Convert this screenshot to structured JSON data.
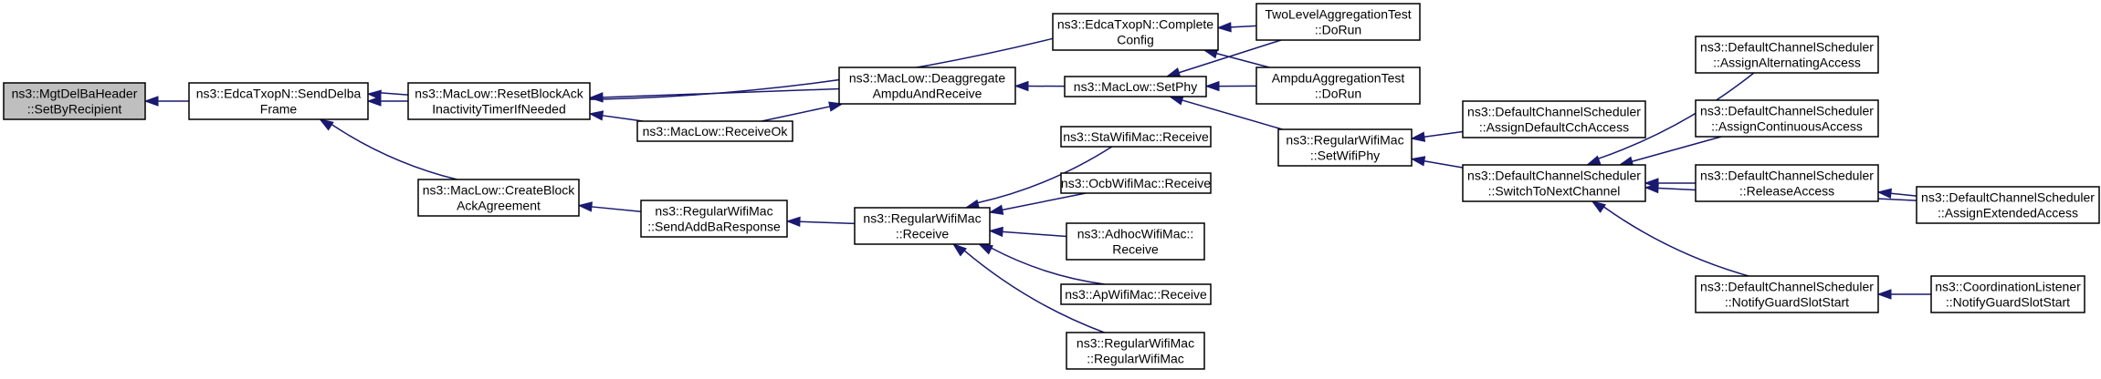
{
  "graph": {
    "nodes": [
      {
        "id": "n0",
        "name": "node-mgtdelbaheader-setbyrecipient",
        "lines": [
          "ns3::MgtDelBaHeader",
          "::SetByRecipient"
        ],
        "root": true
      },
      {
        "id": "n1",
        "name": "node-edcatxopn-senddelbaframe",
        "lines": [
          "ns3::EdcaTxopN::SendDelba",
          "Frame"
        ]
      },
      {
        "id": "n2",
        "name": "node-edcatxopn-completeconfig",
        "lines": [
          "ns3::EdcaTxopN::Complete",
          "Config"
        ]
      },
      {
        "id": "n3",
        "name": "node-twolevelaggregationtest-dorun",
        "lines": [
          "TwoLevelAggregationTest",
          "::DoRun"
        ]
      },
      {
        "id": "n4",
        "name": "node-ampduaggregationtest-dorun",
        "lines": [
          "AmpduAggregationTest",
          "::DoRun"
        ]
      },
      {
        "id": "n5",
        "name": "node-maclow-resetblockackinactivitytimerifneeded",
        "lines": [
          "ns3::MacLow::ResetBlockAck",
          "InactivityTimerIfNeeded"
        ]
      },
      {
        "id": "n6",
        "name": "node-maclow-deaggregateampduandreceive",
        "lines": [
          "ns3::MacLow::Deaggregate",
          "AmpduAndReceive"
        ]
      },
      {
        "id": "n7",
        "name": "node-maclow-setphy",
        "lines": [
          "ns3::MacLow::SetPhy"
        ]
      },
      {
        "id": "n8",
        "name": "node-maclow-receiveok",
        "lines": [
          "ns3::MacLow::ReceiveOk"
        ]
      },
      {
        "id": "n9",
        "name": "node-regularwifimac-setwifiphy",
        "lines": [
          "ns3::RegularWifiMac",
          "::SetWifiPhy"
        ]
      },
      {
        "id": "n10",
        "name": "node-defaultchannelscheduler-assigndefaultcchaccess",
        "lines": [
          "ns3::DefaultChannelScheduler",
          "::AssignDefaultCchAccess"
        ]
      },
      {
        "id": "n11",
        "name": "node-defaultchannelscheduler-switchtonextchannel",
        "lines": [
          "ns3::DefaultChannelScheduler",
          "::SwitchToNextChannel"
        ]
      },
      {
        "id": "n12",
        "name": "node-defaultchannelscheduler-assignalternatingaccess",
        "lines": [
          "ns3::DefaultChannelScheduler",
          "::AssignAlternatingAccess"
        ]
      },
      {
        "id": "n13",
        "name": "node-defaultchannelscheduler-assigncontinuousaccess",
        "lines": [
          "ns3::DefaultChannelScheduler",
          "::AssignContinuousAccess"
        ]
      },
      {
        "id": "n14",
        "name": "node-defaultchannelscheduler-releaseaccess",
        "lines": [
          "ns3::DefaultChannelScheduler",
          "::ReleaseAccess"
        ]
      },
      {
        "id": "n15",
        "name": "node-defaultchannelscheduler-assignextendedaccess",
        "lines": [
          "ns3::DefaultChannelScheduler",
          "::AssignExtendedAccess"
        ]
      },
      {
        "id": "n16",
        "name": "node-defaultchannelscheduler-notifyguardslotstart",
        "lines": [
          "ns3::DefaultChannelScheduler",
          "::NotifyGuardSlotStart"
        ]
      },
      {
        "id": "n17",
        "name": "node-coordinationlistener-notifyguardslotstart",
        "lines": [
          "ns3::CoordinationListener",
          "::NotifyGuardSlotStart"
        ]
      },
      {
        "id": "n18",
        "name": "node-maclow-createblockackagreement",
        "lines": [
          "ns3::MacLow::CreateBlock",
          "AckAgreement"
        ]
      },
      {
        "id": "n19",
        "name": "node-regularwifimac-sendaddbaresponse",
        "lines": [
          "ns3::RegularWifiMac",
          "::SendAddBaResponse"
        ]
      },
      {
        "id": "n20",
        "name": "node-regularwifimac-receive",
        "lines": [
          "ns3::RegularWifiMac",
          "::Receive"
        ]
      },
      {
        "id": "n21",
        "name": "node-stawifimac-receive",
        "lines": [
          "ns3::StaWifiMac::Receive"
        ]
      },
      {
        "id": "n22",
        "name": "node-ocbwifimac-receive",
        "lines": [
          "ns3::OcbWifiMac::Receive"
        ]
      },
      {
        "id": "n23",
        "name": "node-adhocwifimac-receive",
        "lines": [
          "ns3::AdhocWifiMac::",
          "Receive"
        ]
      },
      {
        "id": "n24",
        "name": "node-apwifimac-receive",
        "lines": [
          "ns3::ApWifiMac::Receive"
        ]
      },
      {
        "id": "n25",
        "name": "node-regularwifimac-regularwifimac",
        "lines": [
          "ns3::RegularWifiMac",
          "::RegularWifiMac"
        ]
      }
    ],
    "edges": [
      {
        "from": "n1",
        "to": "n0"
      },
      {
        "from": "n2",
        "to": "n1"
      },
      {
        "from": "n3",
        "to": "n2"
      },
      {
        "from": "n4",
        "to": "n2"
      },
      {
        "from": "n5",
        "to": "n1"
      },
      {
        "from": "n6",
        "to": "n5"
      },
      {
        "from": "n8",
        "to": "n5"
      },
      {
        "from": "n7",
        "to": "n6"
      },
      {
        "from": "n8",
        "to": "n6"
      },
      {
        "from": "n3",
        "to": "n7"
      },
      {
        "from": "n4",
        "to": "n7"
      },
      {
        "from": "n9",
        "to": "n7"
      },
      {
        "from": "n10",
        "to": "n9"
      },
      {
        "from": "n11",
        "to": "n9"
      },
      {
        "from": "n12",
        "to": "n11"
      },
      {
        "from": "n13",
        "to": "n11"
      },
      {
        "from": "n14",
        "to": "n11"
      },
      {
        "from": "n15",
        "to": "n11"
      },
      {
        "from": "n16",
        "to": "n11"
      },
      {
        "from": "n15",
        "to": "n14"
      },
      {
        "from": "n17",
        "to": "n16"
      },
      {
        "from": "n18",
        "to": "n1"
      },
      {
        "from": "n19",
        "to": "n18"
      },
      {
        "from": "n20",
        "to": "n19"
      },
      {
        "from": "n21",
        "to": "n20"
      },
      {
        "from": "n22",
        "to": "n20"
      },
      {
        "from": "n23",
        "to": "n20"
      },
      {
        "from": "n24",
        "to": "n20"
      },
      {
        "from": "n25",
        "to": "n20"
      }
    ]
  }
}
